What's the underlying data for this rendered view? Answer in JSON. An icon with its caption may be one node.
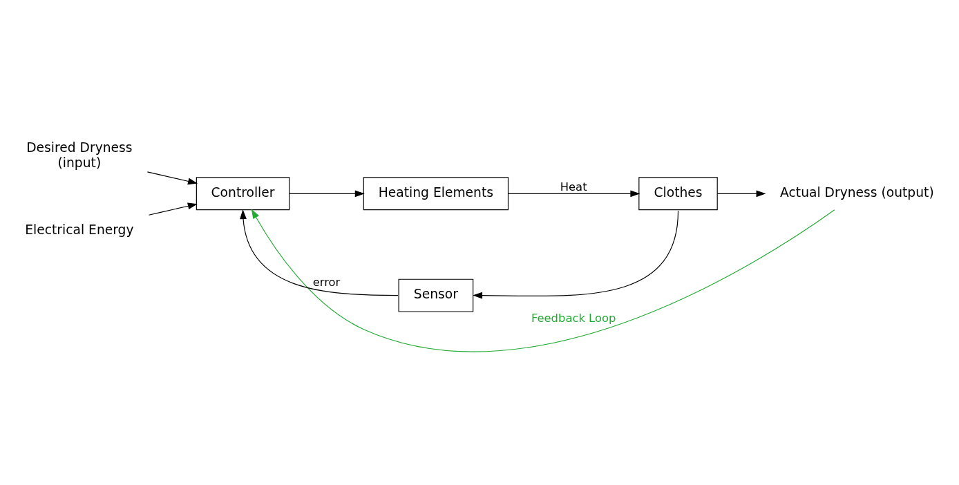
{
  "diagram": {
    "nodes": [
      {
        "text": [
          "Desired Dryness",
          "(input)"
        ]
      },
      {
        "text": [
          "Controller"
        ]
      },
      {
        "text": [
          "Heating Elements"
        ]
      },
      {
        "text": [
          "Clothes"
        ]
      },
      {
        "text": [
          "Actual Dryness (output)"
        ]
      },
      {
        "text": [
          "Sensor"
        ]
      },
      {
        "text": [
          "Electrical Energy"
        ]
      }
    ],
    "edges": [
      {
        "from": 0,
        "to": 1,
        "arrow": "to"
      },
      {
        "from": 6,
        "to": 1,
        "arrow": "to"
      },
      {
        "from": 1,
        "to": 2,
        "arrow": "to"
      },
      {
        "from": 2,
        "to": 3,
        "label": "Heat",
        "arrow": "to"
      },
      {
        "from": 3,
        "to": 4,
        "arrow": "to"
      },
      {
        "from": 3,
        "to": 5,
        "arrow": "to"
      },
      {
        "from": 5,
        "to": 1,
        "label": "error",
        "arrow": "to"
      },
      {
        "from": 4,
        "to": 1,
        "label": "Feedback Loop",
        "arrow": "to",
        "color": "#22aa33"
      }
    ]
  }
}
